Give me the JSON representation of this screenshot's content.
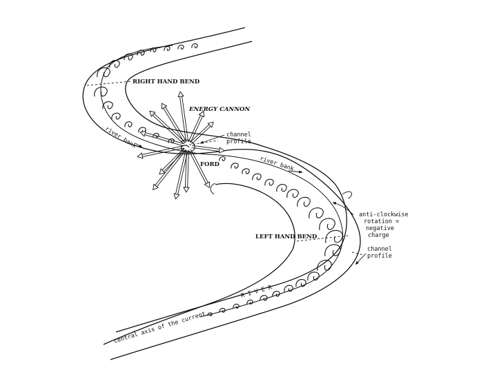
{
  "labels": {
    "right_hand_bend": "RIGHT HAND BEND",
    "energy_cannon": "ENERGY CANNON",
    "channel_profile_top_1": "channel",
    "channel_profile_top_2": "profile",
    "river_bank_left": "river bank",
    "ford": "FORD",
    "river_bank_right": "river bank",
    "rotation_1": "anti-clockwise",
    "rotation_2": "rotation =",
    "rotation_3": "negative",
    "rotation_4": "charge",
    "left_hand_bend": "LEFT HAND BEND",
    "channel_profile_bottom_1": "channel",
    "channel_profile_bottom_2": "profile",
    "river": "R I V E R",
    "central_axis": "central axis of the current"
  }
}
